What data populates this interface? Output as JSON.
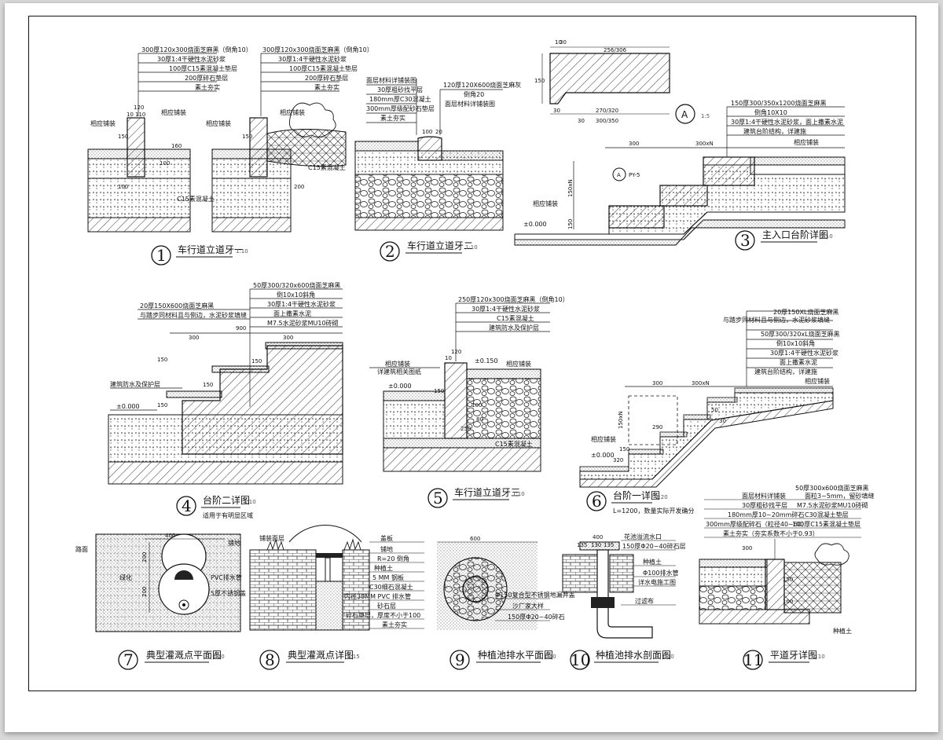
{
  "sheet": {
    "details": [
      {
        "id": "d1",
        "number": "1",
        "title": "车行道立道牙一",
        "scale": "1:10",
        "layers": [
          "300厚120x300烧面芝麻黑（倒角10）",
          "30厚1:4干硬性水泥砂浆",
          "100厚C15素混凝土垫层",
          "200厚碎石垫层",
          "素土夯实"
        ],
        "layers_b": [
          "300厚120x300烧面芝麻黑（倒角10）",
          "30厚1:4干硬性水泥砂浆",
          "100厚C15素混凝土垫层",
          "200厚碎石垫层",
          "素土夯实"
        ],
        "notes": [
          "相应铺装",
          "相应铺装",
          "相应铺装",
          "相应铺装",
          "C15素混凝土",
          "C15素混凝土"
        ],
        "dims": [
          "120",
          "10",
          "110",
          "150",
          "100",
          "160",
          "100",
          "150",
          "200"
        ]
      },
      {
        "id": "d2",
        "number": "2",
        "title": "车行道立道牙二",
        "scale": "1:10",
        "layers": [
          "面层材料详铺装图",
          "30厚粗砂找平层",
          "180mm厚C30混凝土",
          "300mm厚级配砂石垫层",
          "素土夯实"
        ],
        "right_layers": [
          "120厚120X600烧面芝麻灰",
          "倒角20",
          "面层材料详铺装图"
        ],
        "dims": [
          "100",
          "20"
        ]
      },
      {
        "id": "d3",
        "number": "3",
        "title": "主入口台阶详图",
        "scale": "1:10",
        "section_label": "A",
        "section_scale": "1:5",
        "section_ref": "PY-5",
        "layers": [
          "150厚300/350x1200烧面芝麻黑",
          "倒角10X10",
          "30厚1:4干硬性水泥砂浆，面上撒素水泥",
          "建筑台阶结构，详建施"
        ],
        "notes": [
          "相应铺装",
          "相应铺装"
        ],
        "elev": "±0.000",
        "dims": [
          "300",
          "300xN",
          "150xN",
          "150",
          "15",
          "10",
          "30",
          "150",
          "30",
          "256/306",
          "270/320",
          "300/350",
          "30"
        ]
      },
      {
        "id": "d4",
        "number": "4",
        "title": "台阶二详图",
        "scale": "1:10",
        "subtitle": "适用于有明显区域",
        "layers": [
          "50厚300/320x600烧面芝麻黑",
          "倒10x10斜角",
          "30厚1:4干硬性水泥砂浆",
          "面上撒素水泥",
          "M7.5水泥砂浆MU10砖砌"
        ],
        "left_layers": [
          "20厚150X600烧面芝麻黑",
          "与踏步同材料且与侧边，水泥砂浆填缝"
        ],
        "notes": [
          "建筑防水及保护层"
        ],
        "elev": "±0.000",
        "dims": [
          "900",
          "300",
          "300",
          "150",
          "150",
          "150",
          "150"
        ]
      },
      {
        "id": "d5",
        "number": "5",
        "title": "车行道立道牙三",
        "scale": "1:10",
        "layers": [
          "250厚120x300烧面芝麻黑（倒角10）",
          "30厚1:4干硬性水泥砂浆",
          "C15素混凝土",
          "建筑防水及保护层"
        ],
        "notes": [
          "相应铺装",
          "详建筑相关图纸",
          "相应铺装",
          "C15素混凝土"
        ],
        "elev_top": "±0.150",
        "elev": "±0.000",
        "dims": [
          "120",
          "10",
          "100",
          "250",
          "80",
          "150"
        ]
      },
      {
        "id": "d6",
        "number": "6",
        "title": "台阶一详图",
        "scale": "1:20",
        "subtitle": "L=1200，数量实际开发确分",
        "layers": [
          "20厚150XL烧面芝麻黑",
          "与踏步同材料且与侧边，水泥砂浆填缝",
          "50厚300/320xL烧面芝麻黑",
          "倒10x10斜角",
          "30厚1:4干硬性水泥砂浆",
          "面上撒素水泥",
          "建筑台阶结构，详建施"
        ],
        "notes": [
          "相应铺装",
          "相应铺装"
        ],
        "elev": "±0.000",
        "dims": [
          "300",
          "300xN",
          "150xN",
          "290",
          "150",
          "320",
          "50",
          "30"
        ]
      },
      {
        "id": "d7",
        "number": "7",
        "title": "典型灌溉点平面图",
        "scale": "1:10",
        "notes": [
          "路面",
          "绿化",
          "PVC排水管",
          "5厚不锈钢盖",
          "铺地"
        ],
        "dims": [
          "400",
          "200",
          "200"
        ]
      },
      {
        "id": "d8",
        "number": "8",
        "title": "典型灌溉点详图",
        "scale": "1:15",
        "notes": [
          "铺装面层",
          "盖板",
          "铺地",
          "R=20 倒角",
          "种植土",
          "5 MM 钢板",
          "C30细石混凝土",
          "内径30MM PVC 排水管",
          "砂石层",
          "碎石垫层，厚度不小于100",
          "素土夯实"
        ]
      },
      {
        "id": "d9",
        "number": "9",
        "title": "种植池排水平面图",
        "scale": "1:10",
        "notes": [
          "Φ150复合型不锈钢地漏井盖",
          "沙厂家大样",
          "150厚Φ20~40碎石"
        ],
        "dims": [
          "600"
        ]
      },
      {
        "id": "d10",
        "number": "10",
        "title": "种植池排水剖面图",
        "scale": "1:10",
        "notes": [
          "花池溢流水口",
          "150厚Φ20~40碎石层",
          "种植土",
          "Φ100排水管",
          "详水电施工图",
          "过滤布"
        ],
        "dims": [
          "400",
          "135",
          "130",
          "135"
        ]
      },
      {
        "id": "d11",
        "number": "11",
        "title": "平道牙详图",
        "scale": "1:10",
        "layers": [
          "面层材料详铺装",
          "30厚粗砂找平层",
          "180mm厚10~20mm碎石",
          "300mm厚级配碎石（粒径40~60）",
          "素土夯实（夯实系数不小于0.93）"
        ],
        "right_layers": [
          "50厚300x600烧面芝麻黑",
          "面粒3~5mm，留砂填缝",
          "M7.5水泥砂浆MU10砖砌",
          "C30混凝土垫层",
          "100厚C15素混凝土垫层"
        ],
        "notes": [
          "种植土"
        ],
        "dims": [
          "300",
          "150",
          "100"
        ]
      }
    ]
  }
}
